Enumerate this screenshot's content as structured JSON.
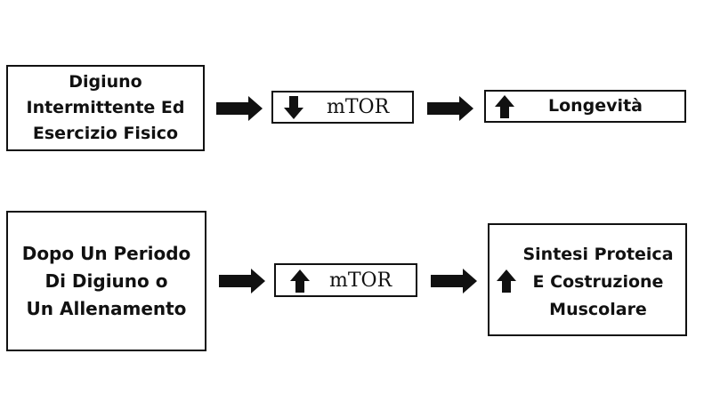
{
  "rows": [
    {
      "cause": "Digiuno\nIntermittente Ed\nEsercizio Fisico",
      "mtor": {
        "direction": "down",
        "label": "mTOR"
      },
      "effect": {
        "direction": "up",
        "label": "Longevità"
      }
    },
    {
      "cause": "Dopo Un Periodo\nDi Digiuno o\nUn Allenamento",
      "mtor": {
        "direction": "up",
        "label": "mTOR"
      },
      "effect": {
        "direction": "up",
        "label": "Sintesi Proteica\nE Costruzione\nMuscolare"
      }
    }
  ],
  "colors": {
    "stroke": "#111111",
    "background": "#ffffff"
  },
  "icons": {
    "connector": "right-arrow-icon",
    "up": "up-arrow-icon",
    "down": "down-arrow-icon"
  }
}
